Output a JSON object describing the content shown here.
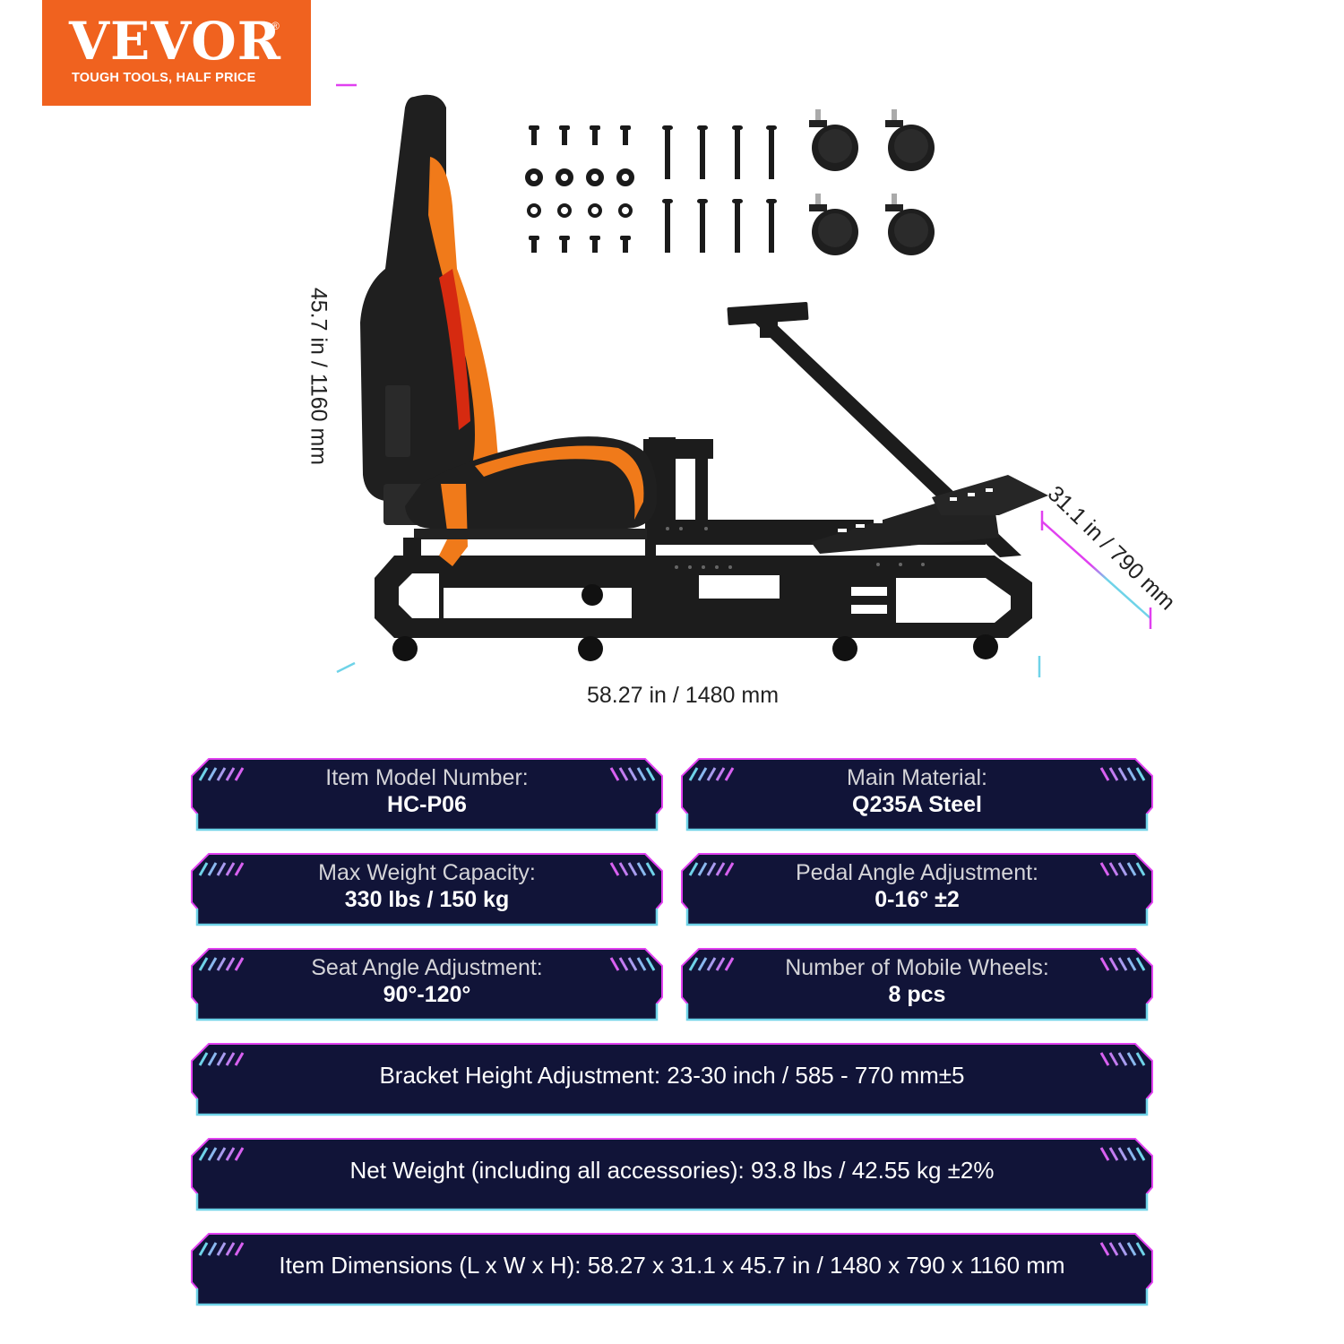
{
  "logo": {
    "brand": "VEVOR",
    "registered": "®",
    "tagline": "TOUGH TOOLS, HALF PRICE",
    "color": "#f0621f"
  },
  "product": {
    "name": "racing simulator cockpit with seat",
    "accessories": {
      "short_bolts": 8,
      "washers": 8,
      "long_bolts": 8,
      "caster_wheels": 4
    }
  },
  "dimensions": {
    "height": "45.7 in / 1160 mm",
    "length": "58.27 in / 1480 mm",
    "width": "31.1 in / 790 mm"
  },
  "specs": [
    {
      "label": "Item Model Number:",
      "value": "HC-P06"
    },
    {
      "label": "Main Material:",
      "value": "Q235A Steel"
    },
    {
      "label": "Max Weight Capacity:",
      "value": "330 lbs / 150 kg"
    },
    {
      "label": "Pedal Angle Adjustment:",
      "value": "0-16° ±2"
    },
    {
      "label": "Seat Angle Adjustment:",
      "value": "90°-120°"
    },
    {
      "label": "Number of Mobile Wheels:",
      "value": "8 pcs"
    }
  ],
  "wide_specs": [
    {
      "text": "Bracket Height Adjustment: 23-30 inch / 585 - 770 mm±5"
    },
    {
      "text": "Net Weight (including all accessories): 93.8 lbs / 42.55 kg ±2%"
    },
    {
      "text": "Item Dimensions (L x W x H): 58.27 x 31.1 x 45.7 in / 1480 x 790 x 1160 mm"
    }
  ],
  "colors": {
    "card_bg": "#111438",
    "border_top": "#e040f0",
    "border_bottom": "#6fd3e8",
    "seat_accent": "#f07a1a",
    "frame": "#1c1c1c"
  }
}
